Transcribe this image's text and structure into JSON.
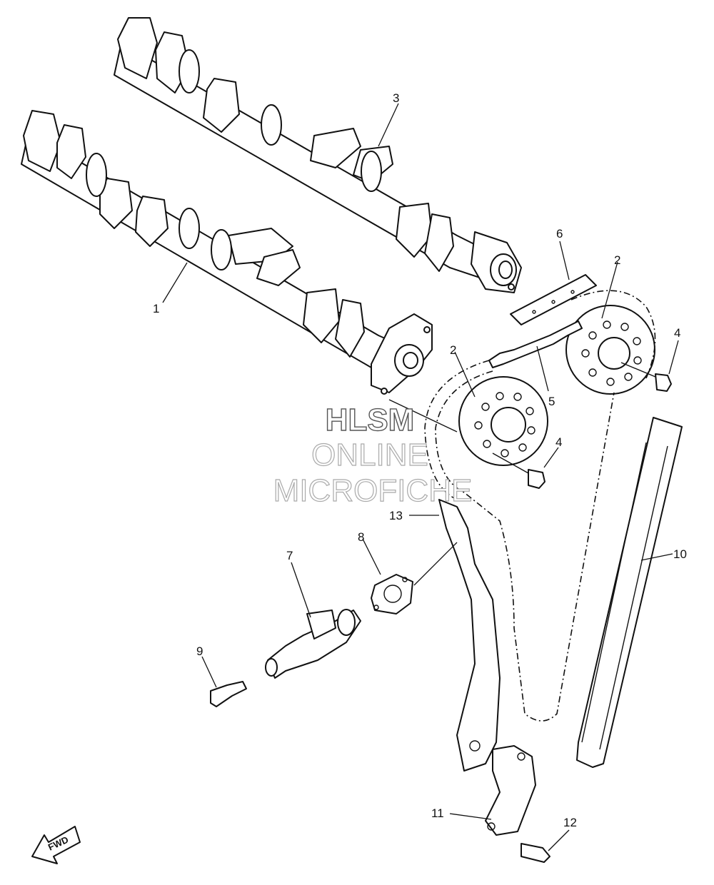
{
  "callouts": [
    {
      "id": "c1",
      "label": "1"
    },
    {
      "id": "c2a",
      "label": "2"
    },
    {
      "id": "c2b",
      "label": "2"
    },
    {
      "id": "c3",
      "label": "3"
    },
    {
      "id": "c4a",
      "label": "4"
    },
    {
      "id": "c4b",
      "label": "4"
    },
    {
      "id": "c5",
      "label": "5"
    },
    {
      "id": "c6",
      "label": "6"
    },
    {
      "id": "c7",
      "label": "7"
    },
    {
      "id": "c8",
      "label": "8"
    },
    {
      "id": "c9",
      "label": "9"
    },
    {
      "id": "c10",
      "label": "10"
    },
    {
      "id": "c11",
      "label": "11"
    },
    {
      "id": "c12",
      "label": "12"
    },
    {
      "id": "c13",
      "label": "13"
    }
  ],
  "watermark": {
    "line1": "HLSM",
    "line2": "ONLINE",
    "line3": "MICROFICHE"
  },
  "fwd_label": "FWD"
}
